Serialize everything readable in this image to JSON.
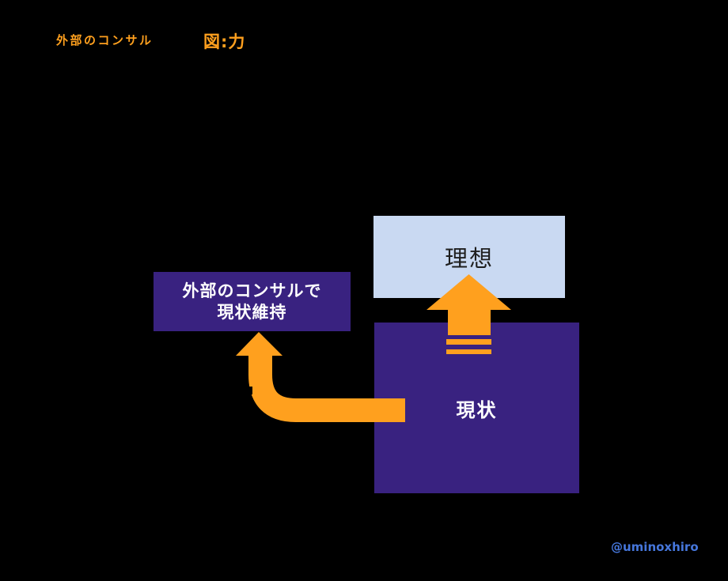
{
  "header": {
    "label": "外部のコンサル",
    "title": "図:力"
  },
  "diagram": {
    "ideal_box": {
      "label": "理想"
    },
    "current_box": {
      "label": "現状"
    },
    "consultant_box": {
      "line1": "外部のコンサルで",
      "line2": "現状維持"
    },
    "icons": {
      "up_arrow": "up-arrow-icon",
      "elbow_arrow": "elbow-left-up-arrow-icon"
    }
  },
  "footer": {
    "credit": "@uminoxhiro"
  },
  "colors": {
    "background": "#000000",
    "orange": "#FFA01E",
    "purple": "#392280",
    "light_blue": "#C9D9F2",
    "credit_blue": "#4677DC"
  }
}
